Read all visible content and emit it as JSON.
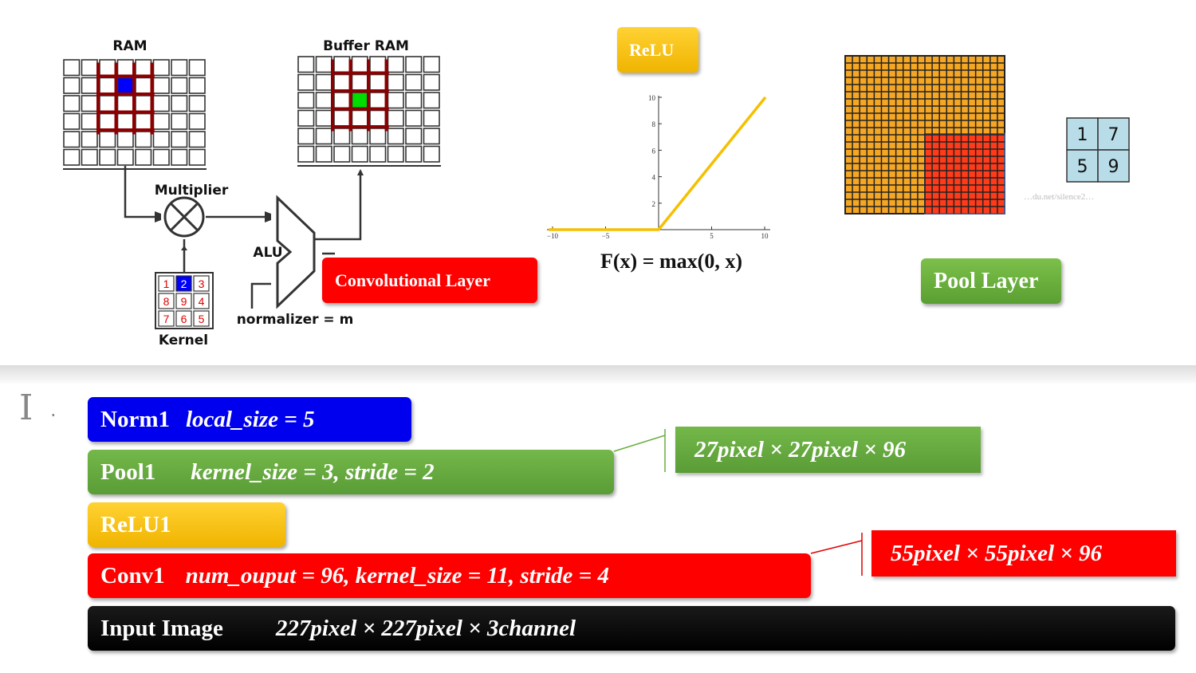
{
  "top": {
    "ram_label": "RAM",
    "buffer_label": "Buffer RAM",
    "multiplier_label": "Multiplier",
    "alu_label": "ALU",
    "normalizer_label": "normalizer = m",
    "kernel_label": "Kernel",
    "kernel_cells": [
      "1",
      "2",
      "3",
      "8",
      "9",
      "4",
      "7",
      "6",
      "5"
    ],
    "relu_badge": "ReLU",
    "relu_formula": "F(x) = max(0, x)",
    "relu_ticks_y": [
      "10",
      "8",
      "6",
      "4",
      "2"
    ],
    "relu_ticks_x": [
      "−10",
      "−5",
      "5",
      "10"
    ],
    "conv_badge": "Convolutional Layer",
    "pool_badge": "Pool Layer",
    "pool_cells": [
      "1",
      "7",
      "5",
      "9"
    ],
    "watermark": "…du.net/silence2…"
  },
  "section": {
    "number": "I",
    "dot": "."
  },
  "layers": {
    "norm": {
      "name": "Norm1",
      "params": "local_size = 5"
    },
    "pool": {
      "name": "Pool1",
      "params": "kernel_size = 3, stride = 2"
    },
    "relu": {
      "name": "ReLU1"
    },
    "conv": {
      "name": "Conv1",
      "params": "num_ouput = 96, kernel_size = 11, stride = 4"
    },
    "input": {
      "name": "Input Image",
      "params": "227pixel × 227pixel × 3channel"
    }
  },
  "callouts": {
    "pool_out": "27pixel × 27pixel × 96",
    "conv_out": "55pixel × 55pixel × 96"
  },
  "colors": {
    "conv": "#ff0000",
    "pool": "#6aae40",
    "relu": "#f5c000",
    "norm": "#0000ee",
    "input": "#000000",
    "grid_highlight": "#8b0000",
    "ram_active": "#0000ff",
    "buffer_active": "#00dd00",
    "pool_orange": "#f5a623"
  }
}
